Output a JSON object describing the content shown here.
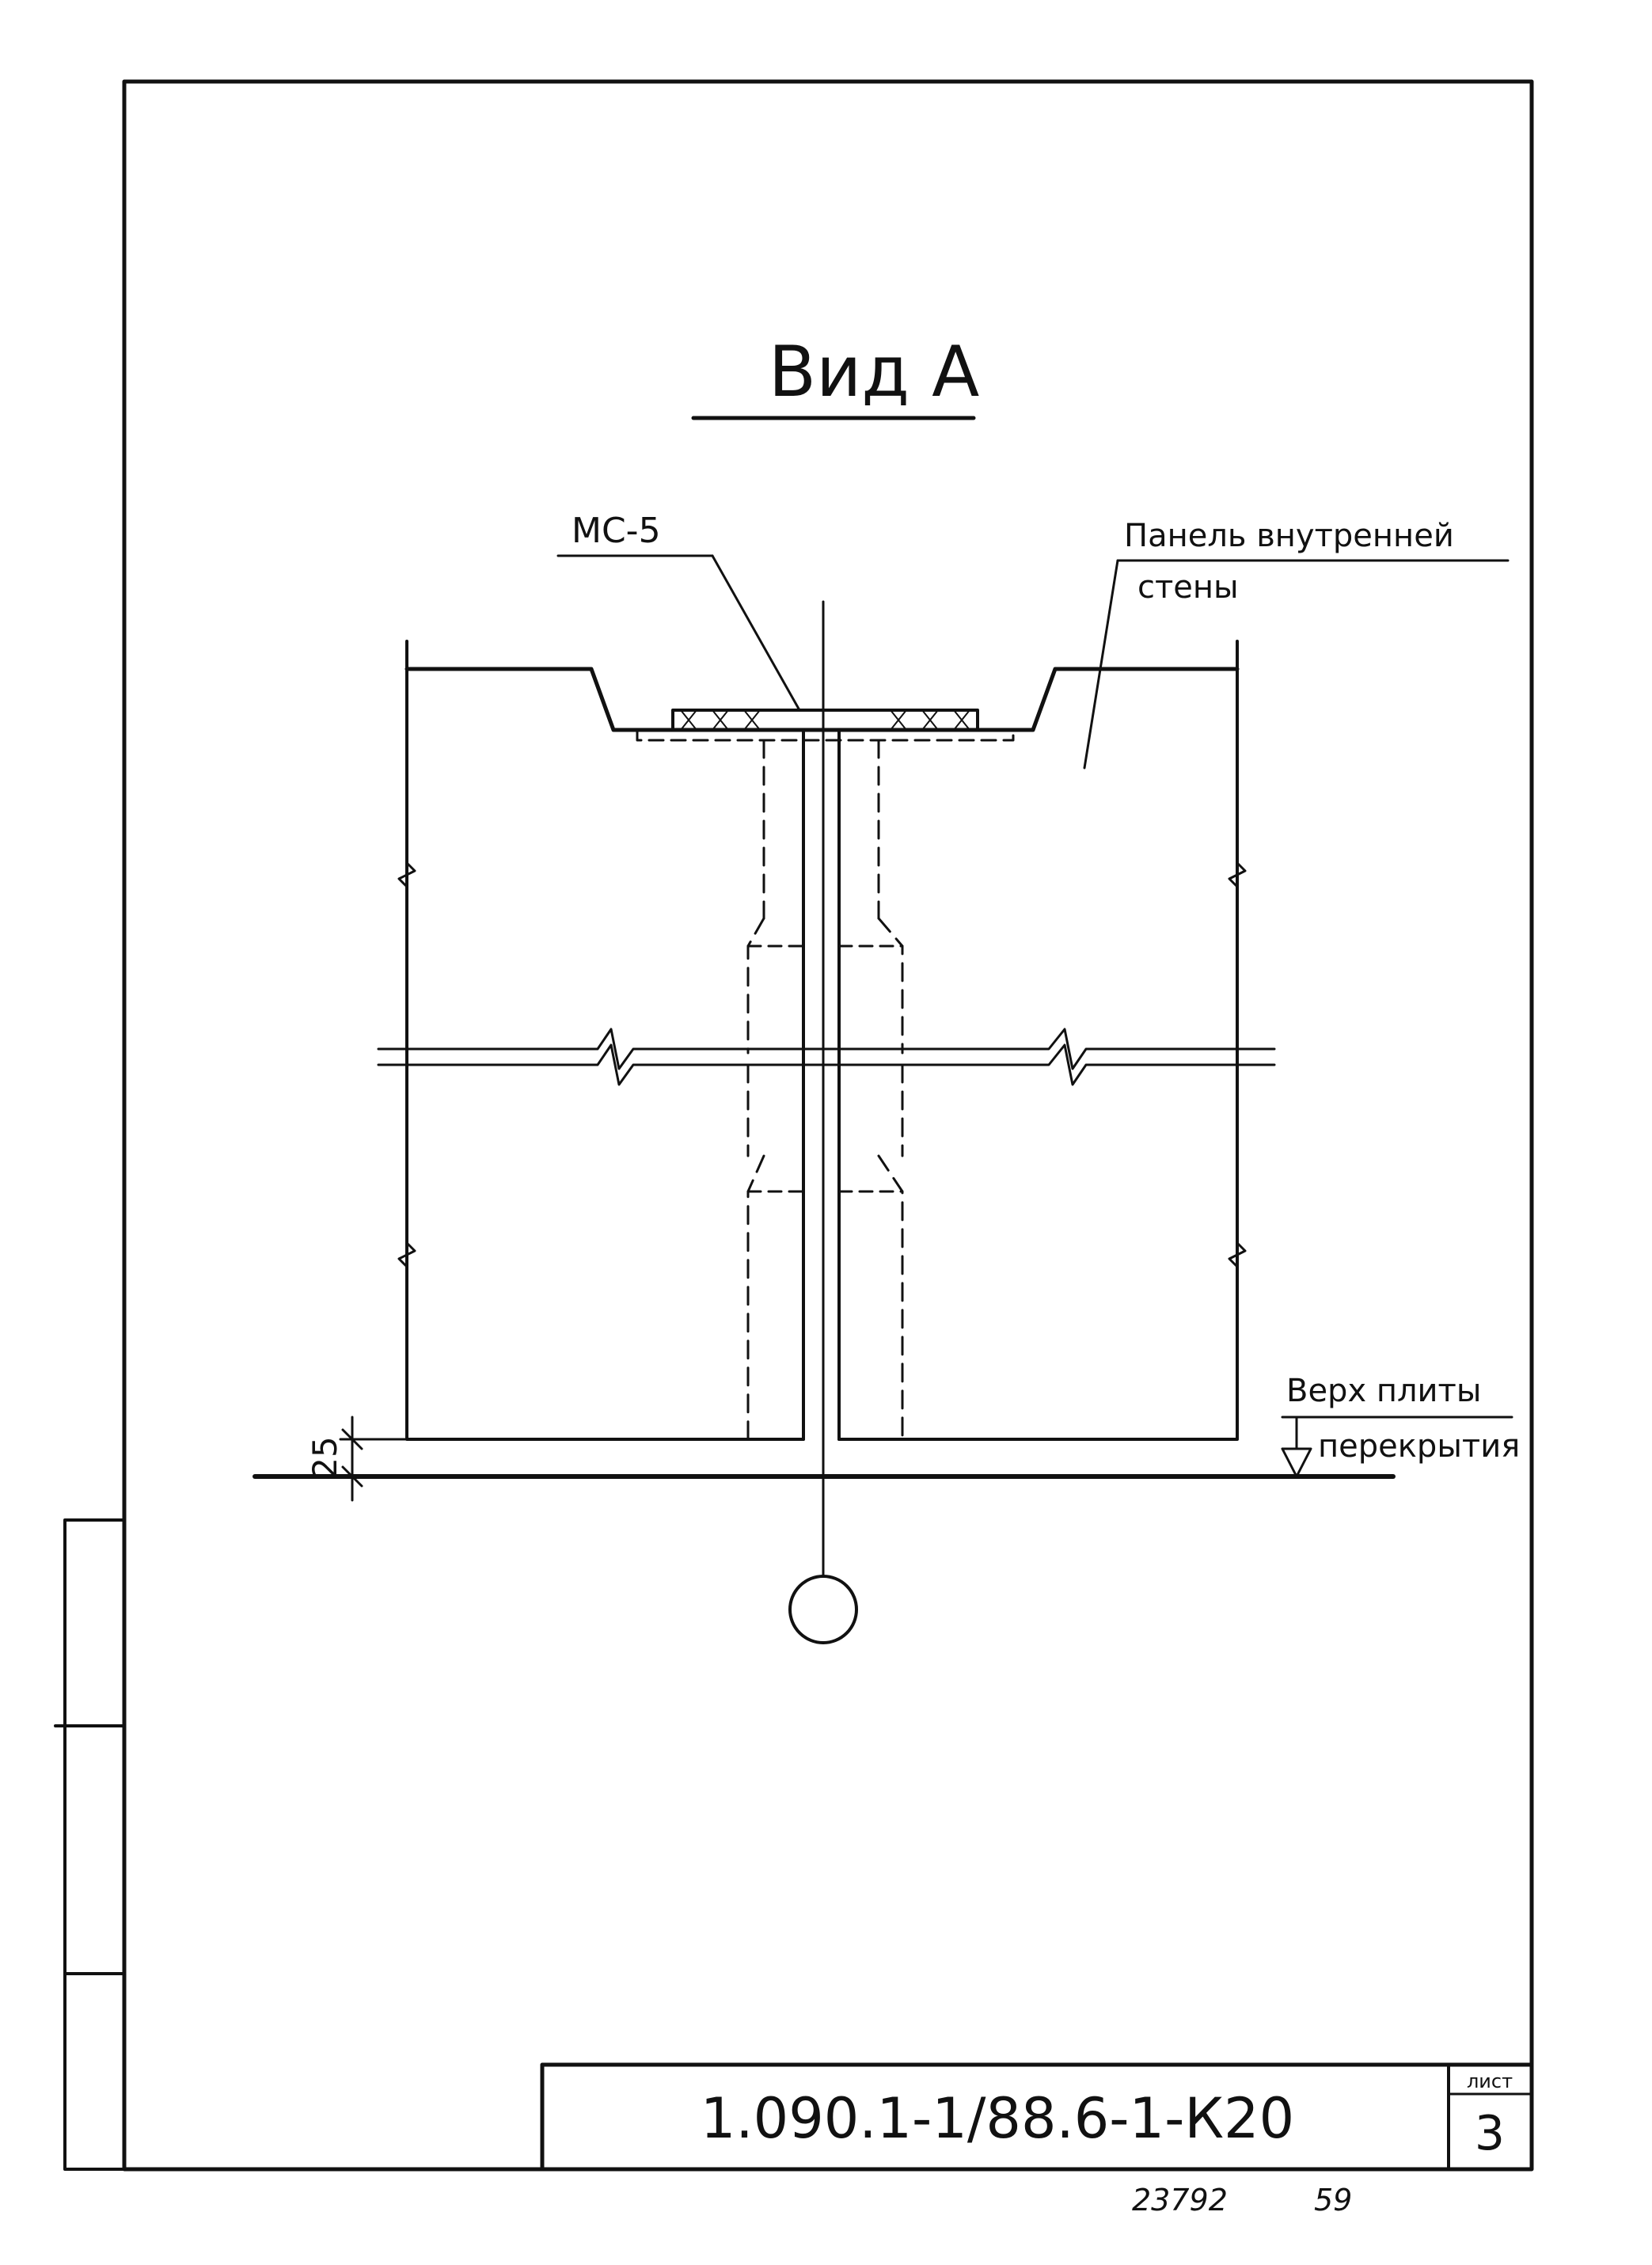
{
  "view_title": "Вид А",
  "labels": {
    "part_mark": "МС-5",
    "panel_line1": "Панель внутренней",
    "panel_line2": "стены",
    "slab_line1": "Верх плиты",
    "slab_line2": "перекрытия",
    "dimension": "25"
  },
  "title_block": {
    "document_code": "1.090.1-1/88.6-1-К20",
    "sheet_label": "лист",
    "sheet_number": "3"
  },
  "footer": {
    "inventory_number": "23792",
    "page_number": "59"
  }
}
